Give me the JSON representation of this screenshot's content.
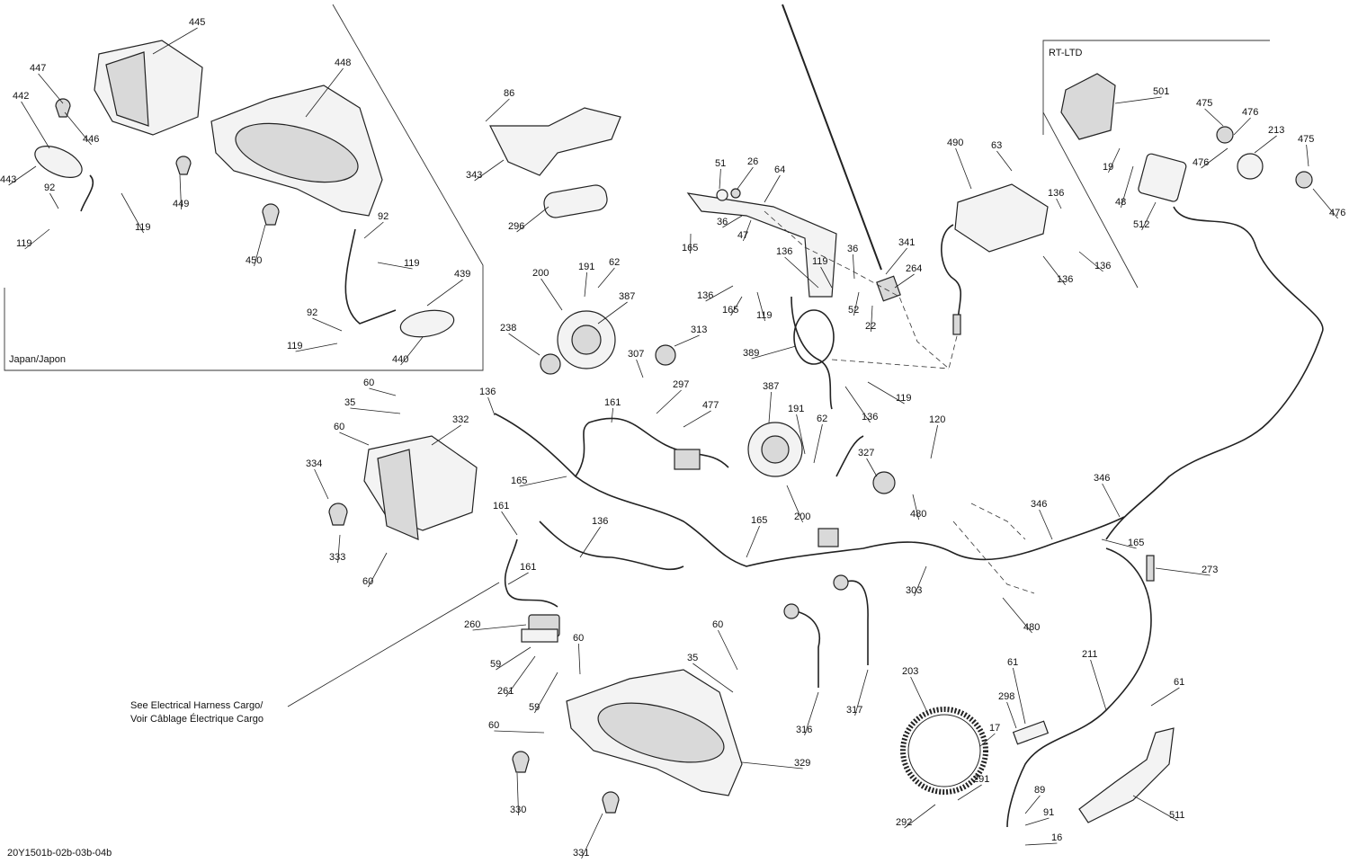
{
  "regions": {
    "japan": "Japan/Japon",
    "rt_ltd": "RT-LTD"
  },
  "notes": {
    "harness_line1": "See Electrical Harness Cargo/",
    "harness_line2": "Voir Câblage Électrique Cargo"
  },
  "footer": {
    "drawing_id": "20Y1501b-02b-03b-04b"
  },
  "callouts": [
    {
      "id": "c1",
      "text": "445"
    },
    {
      "id": "c2",
      "text": "447"
    },
    {
      "id": "c3",
      "text": "442"
    },
    {
      "id": "c4",
      "text": "446"
    },
    {
      "id": "c5",
      "text": "443"
    },
    {
      "id": "c6",
      "text": "92"
    },
    {
      "id": "c7",
      "text": "119"
    },
    {
      "id": "c8",
      "text": "119"
    },
    {
      "id": "c9",
      "text": "449"
    },
    {
      "id": "c10",
      "text": "448"
    },
    {
      "id": "c11",
      "text": "450"
    },
    {
      "id": "c12",
      "text": "92"
    },
    {
      "id": "c13",
      "text": "119"
    },
    {
      "id": "c14",
      "text": "439"
    },
    {
      "id": "c15",
      "text": "92"
    },
    {
      "id": "c16",
      "text": "119"
    },
    {
      "id": "c17",
      "text": "440"
    },
    {
      "id": "c18",
      "text": "86"
    },
    {
      "id": "c19",
      "text": "343"
    },
    {
      "id": "c20",
      "text": "296"
    },
    {
      "id": "c21",
      "text": "51"
    },
    {
      "id": "c22",
      "text": "26"
    },
    {
      "id": "c23",
      "text": "64"
    },
    {
      "id": "c24",
      "text": "36"
    },
    {
      "id": "c25",
      "text": "47"
    },
    {
      "id": "c26",
      "text": "165"
    },
    {
      "id": "c27",
      "text": "136"
    },
    {
      "id": "c28",
      "text": "136"
    },
    {
      "id": "c29",
      "text": "165"
    },
    {
      "id": "c30",
      "text": "119"
    },
    {
      "id": "c31",
      "text": "119"
    },
    {
      "id": "c32",
      "text": "36"
    },
    {
      "id": "c33",
      "text": "52"
    },
    {
      "id": "c34",
      "text": "22"
    },
    {
      "id": "c35",
      "text": "341"
    },
    {
      "id": "c36",
      "text": "264"
    },
    {
      "id": "c37",
      "text": "389"
    },
    {
      "id": "c38",
      "text": "119"
    },
    {
      "id": "c39",
      "text": "136"
    },
    {
      "id": "c40",
      "text": "490"
    },
    {
      "id": "c41",
      "text": "63"
    },
    {
      "id": "c42",
      "text": "136"
    },
    {
      "id": "c43",
      "text": "136"
    },
    {
      "id": "c44",
      "text": "136"
    },
    {
      "id": "c45",
      "text": "501"
    },
    {
      "id": "c46",
      "text": "19"
    },
    {
      "id": "c47",
      "text": "48"
    },
    {
      "id": "c48",
      "text": "512"
    },
    {
      "id": "c49",
      "text": "475"
    },
    {
      "id": "c50",
      "text": "476"
    },
    {
      "id": "c51",
      "text": "213"
    },
    {
      "id": "c52",
      "text": "476"
    },
    {
      "id": "c53",
      "text": "475"
    },
    {
      "id": "c54",
      "text": "476"
    },
    {
      "id": "c55",
      "text": "200"
    },
    {
      "id": "c56",
      "text": "191"
    },
    {
      "id": "c57",
      "text": "62"
    },
    {
      "id": "c58",
      "text": "387"
    },
    {
      "id": "c59",
      "text": "238"
    },
    {
      "id": "c60",
      "text": "313"
    },
    {
      "id": "c61",
      "text": "307"
    },
    {
      "id": "c62",
      "text": "136"
    },
    {
      "id": "c63",
      "text": "161"
    },
    {
      "id": "c64",
      "text": "297"
    },
    {
      "id": "c65",
      "text": "477"
    },
    {
      "id": "c66",
      "text": "387"
    },
    {
      "id": "c67",
      "text": "191"
    },
    {
      "id": "c68",
      "text": "62"
    },
    {
      "id": "c69",
      "text": "120"
    },
    {
      "id": "c70",
      "text": "327"
    },
    {
      "id": "c71",
      "text": "480"
    },
    {
      "id": "c72",
      "text": "200"
    },
    {
      "id": "c73",
      "text": "165"
    },
    {
      "id": "c74",
      "text": "165"
    },
    {
      "id": "c75",
      "text": "136"
    },
    {
      "id": "c76",
      "text": "161"
    },
    {
      "id": "c77",
      "text": "161"
    },
    {
      "id": "c78",
      "text": "60"
    },
    {
      "id": "c79",
      "text": "35"
    },
    {
      "id": "c80",
      "text": "60"
    },
    {
      "id": "c81",
      "text": "332"
    },
    {
      "id": "c82",
      "text": "334"
    },
    {
      "id": "c83",
      "text": "333"
    },
    {
      "id": "c84",
      "text": "60"
    },
    {
      "id": "c85",
      "text": "346"
    },
    {
      "id": "c86",
      "text": "346"
    },
    {
      "id": "c87",
      "text": "165"
    },
    {
      "id": "c88",
      "text": "273"
    },
    {
      "id": "c89",
      "text": "303"
    },
    {
      "id": "c90",
      "text": "480"
    },
    {
      "id": "c91",
      "text": "260"
    },
    {
      "id": "c92",
      "text": "59"
    },
    {
      "id": "c93",
      "text": "261"
    },
    {
      "id": "c94",
      "text": "59"
    },
    {
      "id": "c95",
      "text": "60"
    },
    {
      "id": "c96",
      "text": "60"
    },
    {
      "id": "c97",
      "text": "35"
    },
    {
      "id": "c98",
      "text": "316"
    },
    {
      "id": "c99",
      "text": "317"
    },
    {
      "id": "c100",
      "text": "60"
    },
    {
      "id": "c101",
      "text": "329"
    },
    {
      "id": "c102",
      "text": "330"
    },
    {
      "id": "c103",
      "text": "331"
    },
    {
      "id": "c104",
      "text": "203"
    },
    {
      "id": "c105",
      "text": "211"
    },
    {
      "id": "c106",
      "text": "61"
    },
    {
      "id": "c107",
      "text": "298"
    },
    {
      "id": "c108",
      "text": "17"
    },
    {
      "id": "c109",
      "text": "291"
    },
    {
      "id": "c110",
      "text": "292"
    },
    {
      "id": "c111",
      "text": "89"
    },
    {
      "id": "c112",
      "text": "91"
    },
    {
      "id": "c113",
      "text": "16"
    },
    {
      "id": "c114",
      "text": "61"
    },
    {
      "id": "c115",
      "text": "511"
    }
  ]
}
